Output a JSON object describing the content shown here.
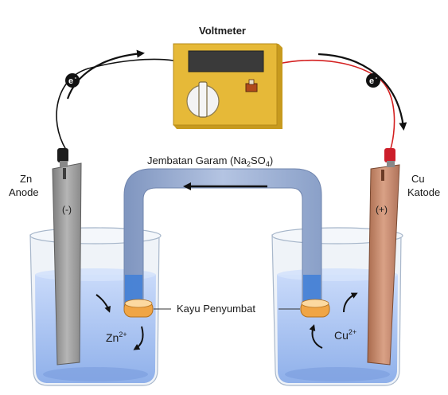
{
  "title": "Voltmeter",
  "salt_bridge": {
    "prefix": "Jembatan Garam (Na",
    "sub1": "2",
    "mid": "SO",
    "sub2": "4",
    "suffix": ")"
  },
  "anode": {
    "metal": "Zn",
    "role": "Anode",
    "sign": "(-)",
    "ion": "Zn",
    "ion_charge": "2+"
  },
  "cathode": {
    "metal": "Cu",
    "role": "Katode",
    "sign": "(+)",
    "ion": "Cu",
    "ion_charge": "2+"
  },
  "plug_label": "Kayu Penyumbat",
  "electron_symbol": "e",
  "electron_charge": "-",
  "colors": {
    "voltmeter_body": "#e6b938",
    "zinc": "#9a9a9a",
    "copper": "#c08566",
    "salt_bridge": "#9aaed0",
    "solution": "#b9cdf0",
    "cathode_wire": "#d42020"
  }
}
